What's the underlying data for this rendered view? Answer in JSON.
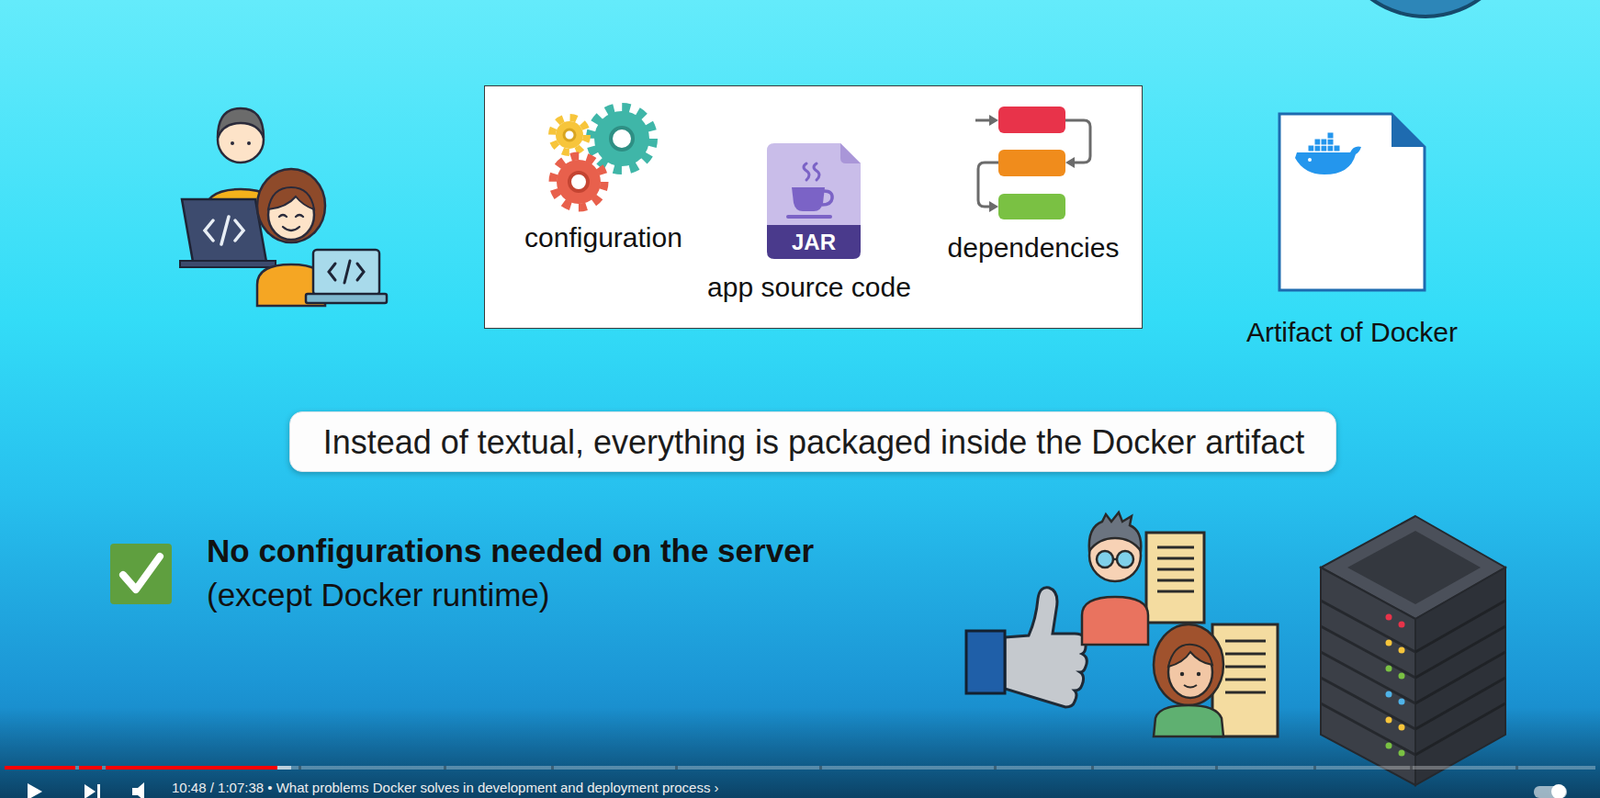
{
  "diagram": {
    "nodes": [
      {
        "text": [
          "configuration",
          "app source code",
          "dependencies"
        ]
      },
      {
        "text": [
          "Artifact of Docker"
        ]
      },
      {
        "text": [
          "Instead of textual, everything is packaged inside the Docker artifact"
        ]
      }
    ],
    "labels": [
      "JAR",
      "No configurations needed on the server",
      "(except Docker runtime)",
      "10:48 / 1:07:38 • What problems Docker solves in development and deployment process ›"
    ]
  }
}
